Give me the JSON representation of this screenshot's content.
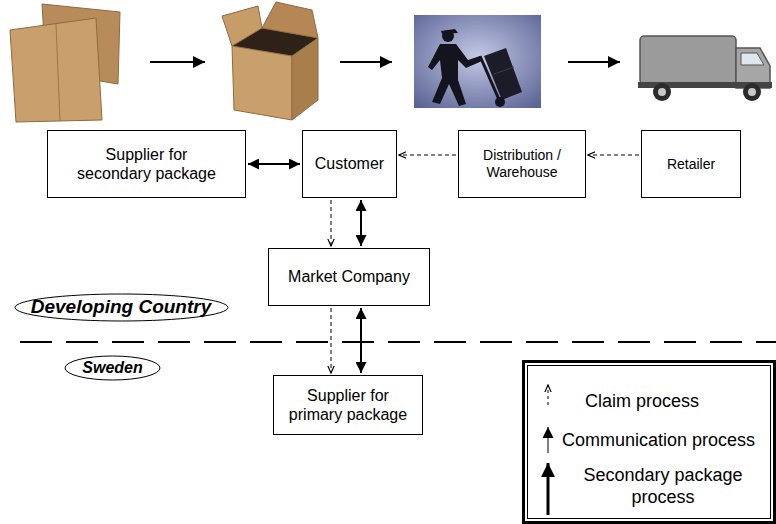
{
  "diagram": {
    "nodes": [
      {
        "text": [
          "Supplier for secondary package"
        ]
      },
      {
        "text": [
          "Customer"
        ]
      },
      {
        "text": [
          "Distribution / Warehouse"
        ]
      },
      {
        "text": [
          "Retailer"
        ]
      },
      {
        "text": [
          "Market Company"
        ]
      },
      {
        "text": [
          "Developing Country"
        ]
      },
      {
        "text": [
          "Sweden"
        ]
      },
      {
        "text": [
          "Supplier for primary package"
        ]
      }
    ],
    "edges": [
      {
        "from": 0,
        "to": 1,
        "arrow": "both"
      },
      {
        "from": 2,
        "to": 1,
        "arrow": "to"
      },
      {
        "from": 3,
        "to": 2,
        "arrow": "to"
      },
      {
        "from": 1,
        "to": 4,
        "arrow": "to"
      },
      {
        "from": 1,
        "to": 4,
        "arrow": "both"
      },
      {
        "from": 4,
        "to": 7,
        "arrow": "to"
      },
      {
        "from": 4,
        "to": 7,
        "arrow": "both"
      }
    ],
    "legend": [
      {
        "text": "Claim process"
      },
      {
        "text": "Communication process"
      },
      {
        "text": "Secondary package process"
      }
    ]
  }
}
